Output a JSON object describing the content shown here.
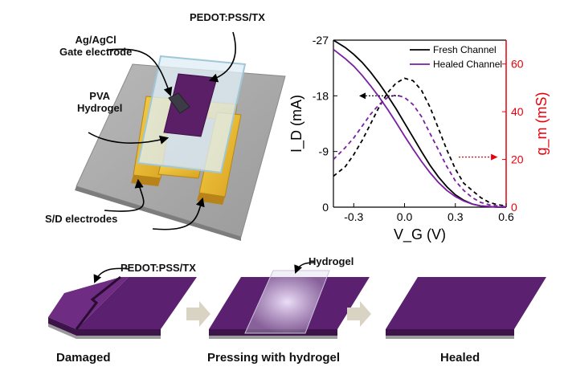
{
  "device": {
    "label_gate": [
      "Ag/AgCl",
      "Gate electrode"
    ],
    "label_pedot": "PEDOT:PSS/TX",
    "label_pva": [
      "PVA",
      "Hydrogel"
    ],
    "label_sd": "S/D electrodes"
  },
  "bottom": {
    "label_pedot": "PEDOT:PSS/TX",
    "label_hydrogel": "Hydrogel",
    "caption_damaged": "Damaged",
    "caption_pressing": "Pressing with hydrogel",
    "caption_healed": "Healed"
  },
  "colors": {
    "fresh": "#000000",
    "healed": "#7b1fa2",
    "right_axis": "#e8000b",
    "electrode": "#e8b62a",
    "film": "#5a1f66"
  },
  "chart_data": {
    "type": "line",
    "xlabel": "V_G (V)",
    "ylabel_left": "I_D (mA)",
    "ylabel_right": "g_m (mS)",
    "xlim": [
      -0.42,
      0.6
    ],
    "xticks": [
      "-0.3",
      "0.0",
      "0.3",
      "0.6"
    ],
    "xtick_values": [
      -0.3,
      0.0,
      0.3,
      0.6
    ],
    "ylim_left": [
      0,
      -27
    ],
    "yticks_left": [
      "-27",
      "-18",
      "-9",
      "0"
    ],
    "ytick_left_values": [
      -27,
      -18,
      -9,
      0
    ],
    "ylim_right": [
      0,
      70
    ],
    "yticks_right": [
      "0",
      "20",
      "40",
      "60"
    ],
    "ytick_right_values": [
      0,
      20,
      40,
      60
    ],
    "legend": [
      "Fresh Channel",
      "Healed Channel"
    ],
    "legend_position": "top-right",
    "series": [
      {
        "name": "Fresh Channel",
        "axis": "left",
        "style": "solid",
        "x": [
          -0.42,
          -0.35,
          -0.3,
          -0.25,
          -0.2,
          -0.15,
          -0.1,
          -0.05,
          0.0,
          0.05,
          0.1,
          0.15,
          0.2,
          0.25,
          0.3,
          0.35,
          0.4,
          0.45,
          0.5,
          0.55,
          0.6
        ],
        "y": [
          -27.0,
          -25.8,
          -24.7,
          -23.4,
          -21.8,
          -20.0,
          -18.0,
          -15.9,
          -13.6,
          -11.3,
          -9.0,
          -6.8,
          -4.9,
          -3.3,
          -2.0,
          -1.1,
          -0.5,
          -0.2,
          -0.1,
          0,
          0
        ]
      },
      {
        "name": "Healed Channel",
        "axis": "left",
        "style": "solid",
        "x": [
          -0.42,
          -0.35,
          -0.3,
          -0.25,
          -0.2,
          -0.15,
          -0.1,
          -0.05,
          0.0,
          0.05,
          0.1,
          0.15,
          0.2,
          0.25,
          0.3,
          0.35,
          0.4,
          0.45,
          0.5,
          0.55,
          0.6
        ],
        "y": [
          -25.5,
          -24.0,
          -22.8,
          -21.3,
          -19.6,
          -17.8,
          -15.8,
          -13.7,
          -11.5,
          -9.4,
          -7.4,
          -5.6,
          -4.0,
          -2.7,
          -1.7,
          -1.0,
          -0.5,
          -0.2,
          -0.1,
          0,
          0
        ]
      },
      {
        "name": "",
        "axis": "right",
        "style": "dashed",
        "color_of": "Fresh Channel",
        "x": [
          -0.42,
          -0.35,
          -0.3,
          -0.25,
          -0.2,
          -0.15,
          -0.1,
          -0.05,
          0.0,
          0.05,
          0.1,
          0.15,
          0.2,
          0.25,
          0.3,
          0.35,
          0.4,
          0.45,
          0.5,
          0.55,
          0.6
        ],
        "y": [
          13,
          17,
          22,
          28,
          35,
          42,
          48,
          52,
          54,
          53,
          49,
          42,
          33,
          24,
          16,
          10,
          7,
          4,
          2,
          1,
          0.5
        ]
      },
      {
        "name": "",
        "axis": "right",
        "style": "dashed",
        "color_of": "Healed Channel",
        "x": [
          -0.42,
          -0.35,
          -0.3,
          -0.25,
          -0.2,
          -0.15,
          -0.1,
          -0.05,
          0.0,
          0.05,
          0.1,
          0.15,
          0.2,
          0.25,
          0.3,
          0.35,
          0.4,
          0.45,
          0.5,
          0.55,
          0.6
        ],
        "y": [
          20,
          25,
          29,
          34,
          39,
          43,
          46,
          47,
          46,
          43,
          38,
          31,
          24,
          17,
          11,
          7,
          4,
          2,
          1,
          0.5,
          0.2
        ]
      }
    ],
    "annotations": [
      "left-pointing dotted arrow near I_D curves",
      "right-pointing red dotted arrow near g_m curves"
    ]
  }
}
